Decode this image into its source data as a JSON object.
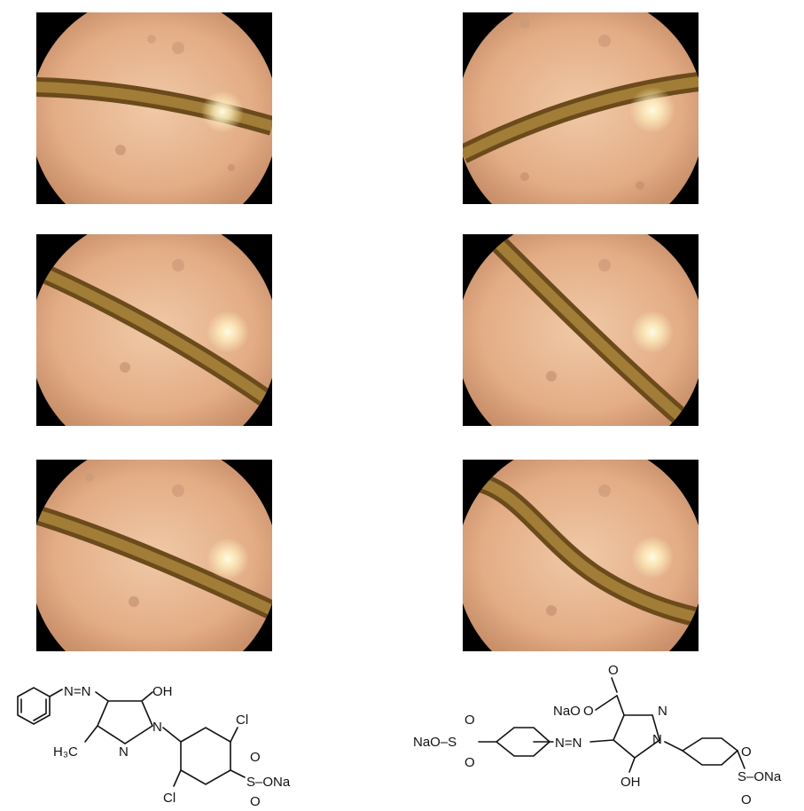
{
  "micrographs": [
    {
      "id": "top-left"
    },
    {
      "id": "top-right"
    },
    {
      "id": "middle-left"
    },
    {
      "id": "middle-right"
    },
    {
      "id": "bottom-left"
    },
    {
      "id": "bottom-right"
    }
  ],
  "structure_left": {
    "labels": {
      "n_eq_n": "N=N",
      "oh": "OH",
      "cl_top": "Cl",
      "cl_bottom": "Cl",
      "h3c": "H₃C",
      "n_pyrazole": "N",
      "n_ring": "N",
      "sulfonate": "S–ONa",
      "o_top": "O",
      "o_bottom": "O"
    }
  },
  "structure_right": {
    "labels": {
      "o_carbonyl": "O",
      "naoo": "NaO",
      "o_ester": "O",
      "n_top": "N",
      "n_ring": "N",
      "nao_s_left": "NaO–S",
      "o_left_top": "O",
      "o_left_bottom": "O",
      "n_eq_n": "N=N",
      "oh": "OH",
      "s_ona_right": "S–ONa",
      "o_right_top": "O",
      "o_right_bottom": "O"
    }
  }
}
